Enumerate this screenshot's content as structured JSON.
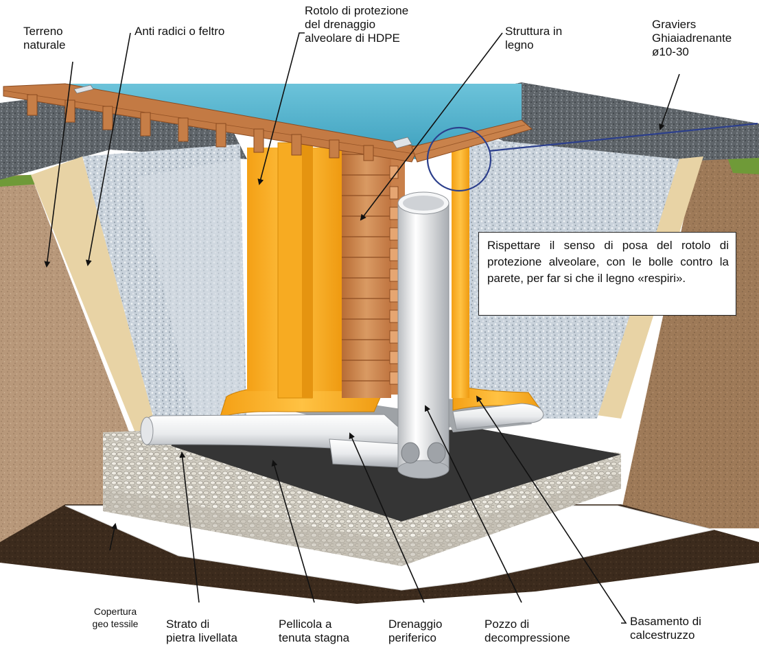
{
  "labels": {
    "terreno_naturale": [
      "Terreno",
      "naturale"
    ],
    "anti_radici": [
      "Anti radici o feltro"
    ],
    "rotolo_protezione": [
      "Rotolo di protezione",
      "del drenaggio",
      "alveolare di HDPE"
    ],
    "struttura_legno": [
      "Struttura in",
      "legno"
    ],
    "graviers": [
      "Graviers",
      "Ghiaiadrenante",
      "ø10-30"
    ],
    "copertura": [
      "Copertura",
      "geo tessile"
    ],
    "strato_pietra": [
      "Strato di",
      "pietra livellata"
    ],
    "pellicola": [
      "Pellicola a",
      "tenuta stagna"
    ],
    "drenaggio_periferico": [
      "Drenaggio",
      "periferico"
    ],
    "pozzo": [
      "Pozzo di",
      "decompressione"
    ],
    "basamento": [
      "Basamento di",
      "calcestruzzo"
    ]
  },
  "note": "Rispettare il senso di posa del rotolo di protezione alveolare, con le bolle contro la parete, per far si che il legno «respiri».",
  "colors": {
    "soil": "#b6987a",
    "gravel": "#c9d3dc",
    "water": "#57b8d0",
    "wood": "#c8844e",
    "hdpe_orange": "#f6a51c",
    "geotextile": "#ffffff",
    "dark_earth": "#3b2a1c",
    "callout_circle": "#2c3f8c"
  }
}
